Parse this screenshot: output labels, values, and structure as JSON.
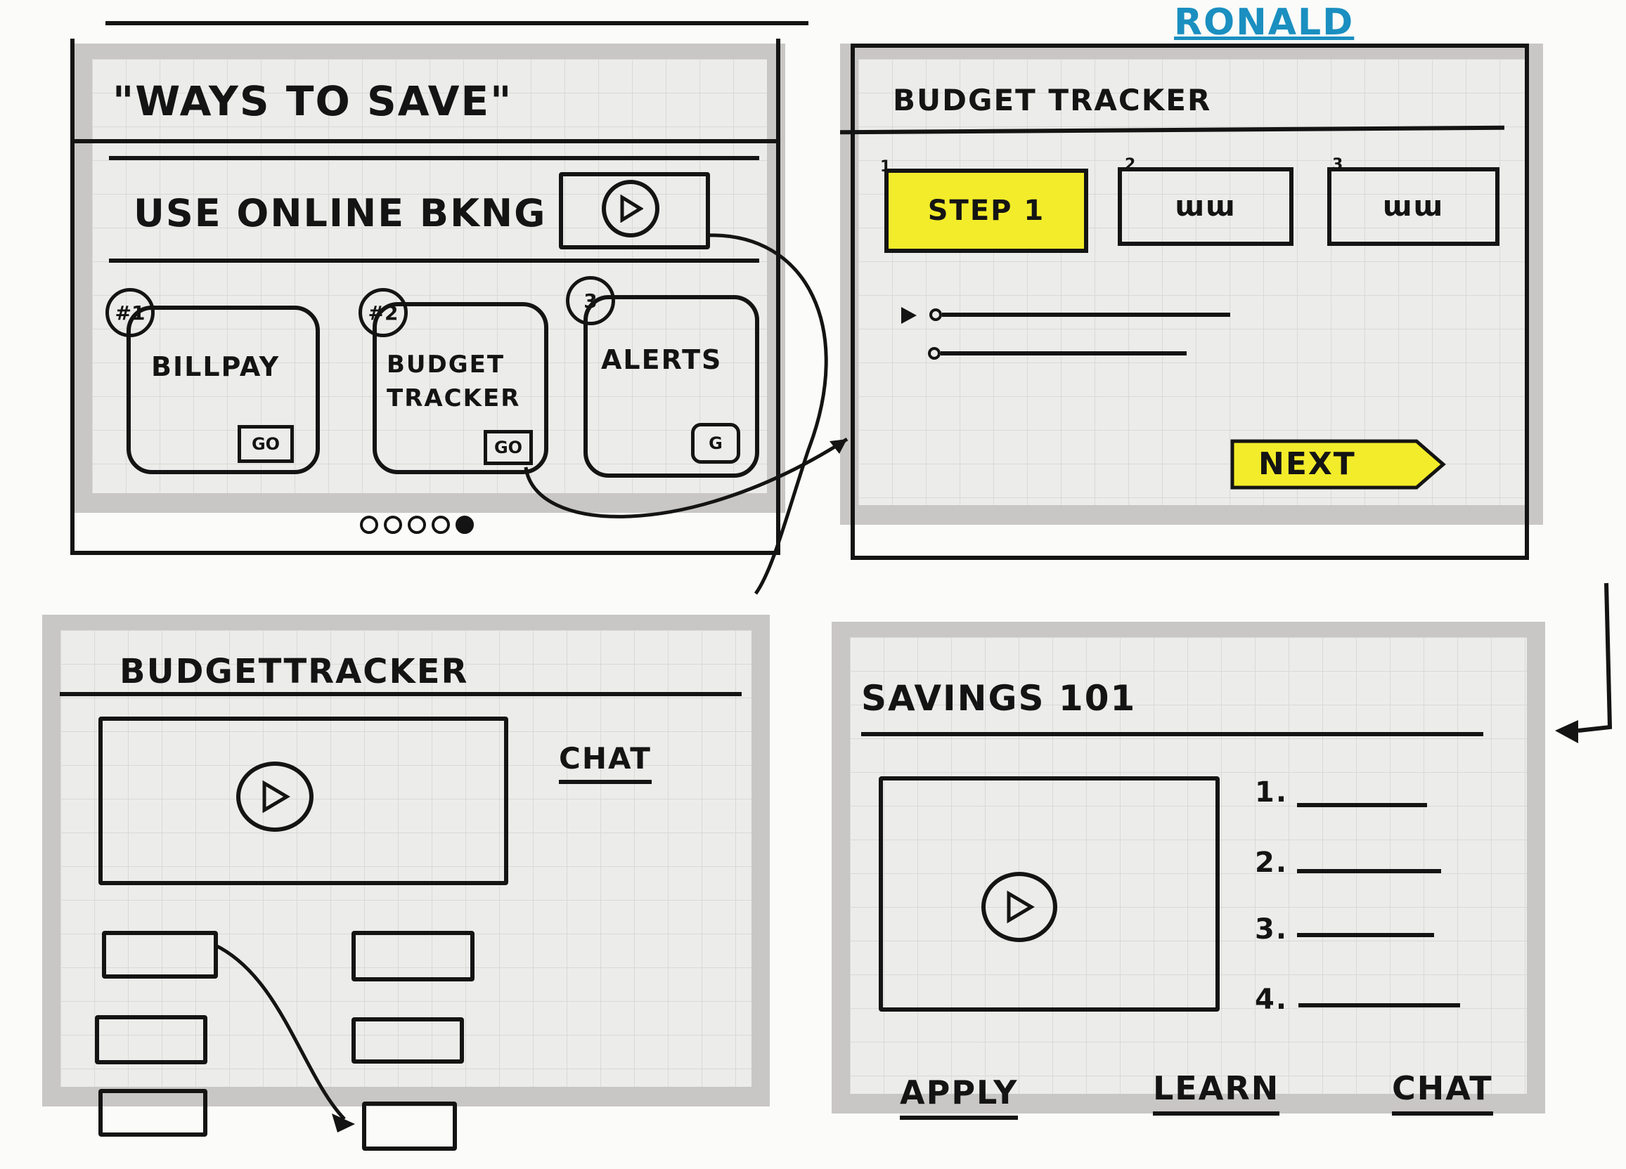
{
  "author_name": "RONALD",
  "panel1": {
    "title": "\"WAYS TO SAVE\"",
    "banner_text": "USE ONLINE BKNG",
    "play_icon": "play-circle-icon",
    "cards": [
      {
        "badge": "#1",
        "label": "BILLPAY",
        "go": "GO"
      },
      {
        "badge": "#2",
        "label": "BUDGET TRACKER",
        "go": "GO"
      },
      {
        "badge": "3",
        "label": "ALERTS",
        "go": "G"
      }
    ],
    "pager": {
      "count": 5,
      "active_index": 4
    }
  },
  "panel2": {
    "title": "BUDGET TRACKER",
    "steps": [
      {
        "num": "1",
        "label": "STEP 1"
      },
      {
        "num": "2",
        "label": "ɯɯ"
      },
      {
        "num": "3",
        "label": "ɯɯ"
      }
    ],
    "next_label": "NEXT",
    "accent": "#f3ec2a"
  },
  "panel3": {
    "title": "BUDGETTRACKER",
    "chat_label": "CHAT"
  },
  "panel4": {
    "title": "SAVINGS 101",
    "list": [
      "1.",
      "2.",
      "3.",
      "4."
    ],
    "links": [
      "APPLY",
      "LEARN",
      "CHAT"
    ]
  }
}
